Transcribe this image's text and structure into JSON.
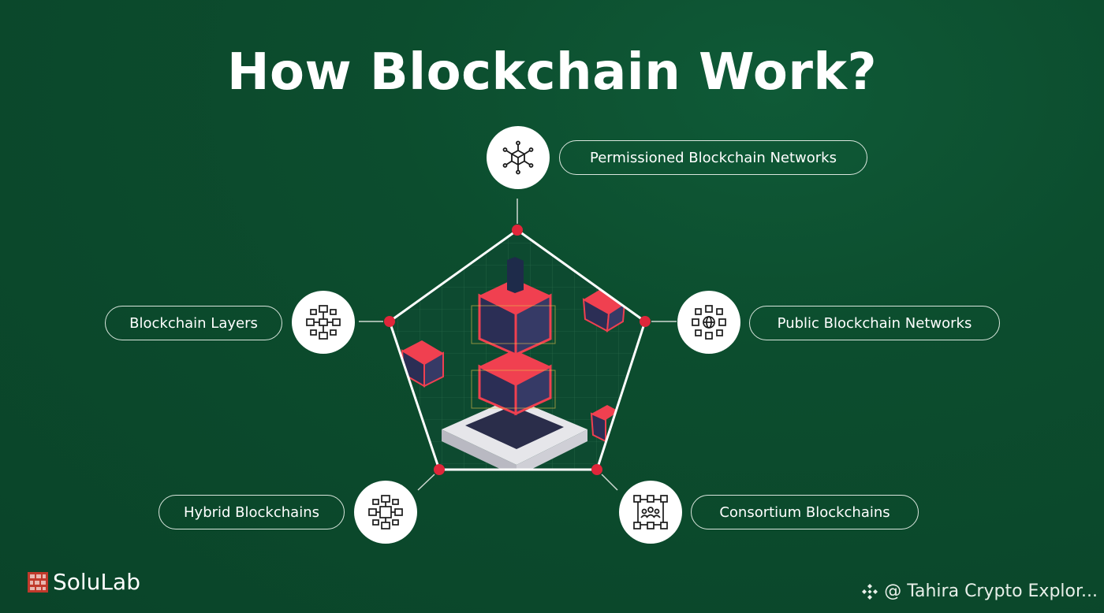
{
  "title": "How Blockchain Work?",
  "nodes": {
    "permissioned": {
      "label": "Permissioned Blockchain Networks",
      "icon": "network-cube-icon"
    },
    "public": {
      "label": "Public Blockchain Networks",
      "icon": "globe-cubes-icon"
    },
    "layers": {
      "label": "Blockchain Layers",
      "icon": "layered-network-icon"
    },
    "hybrid": {
      "label": "Hybrid Blockchains",
      "icon": "hybrid-network-icon"
    },
    "consortium": {
      "label": "Consortium Blockchains",
      "icon": "consortium-group-icon"
    }
  },
  "colors": {
    "background": "#0c4d2e",
    "accent": "#e0263a",
    "line": "#ffffff"
  },
  "brand": {
    "name": "SoluLab"
  },
  "watermark": {
    "text": "@ Tahira Crypto Explor..."
  }
}
